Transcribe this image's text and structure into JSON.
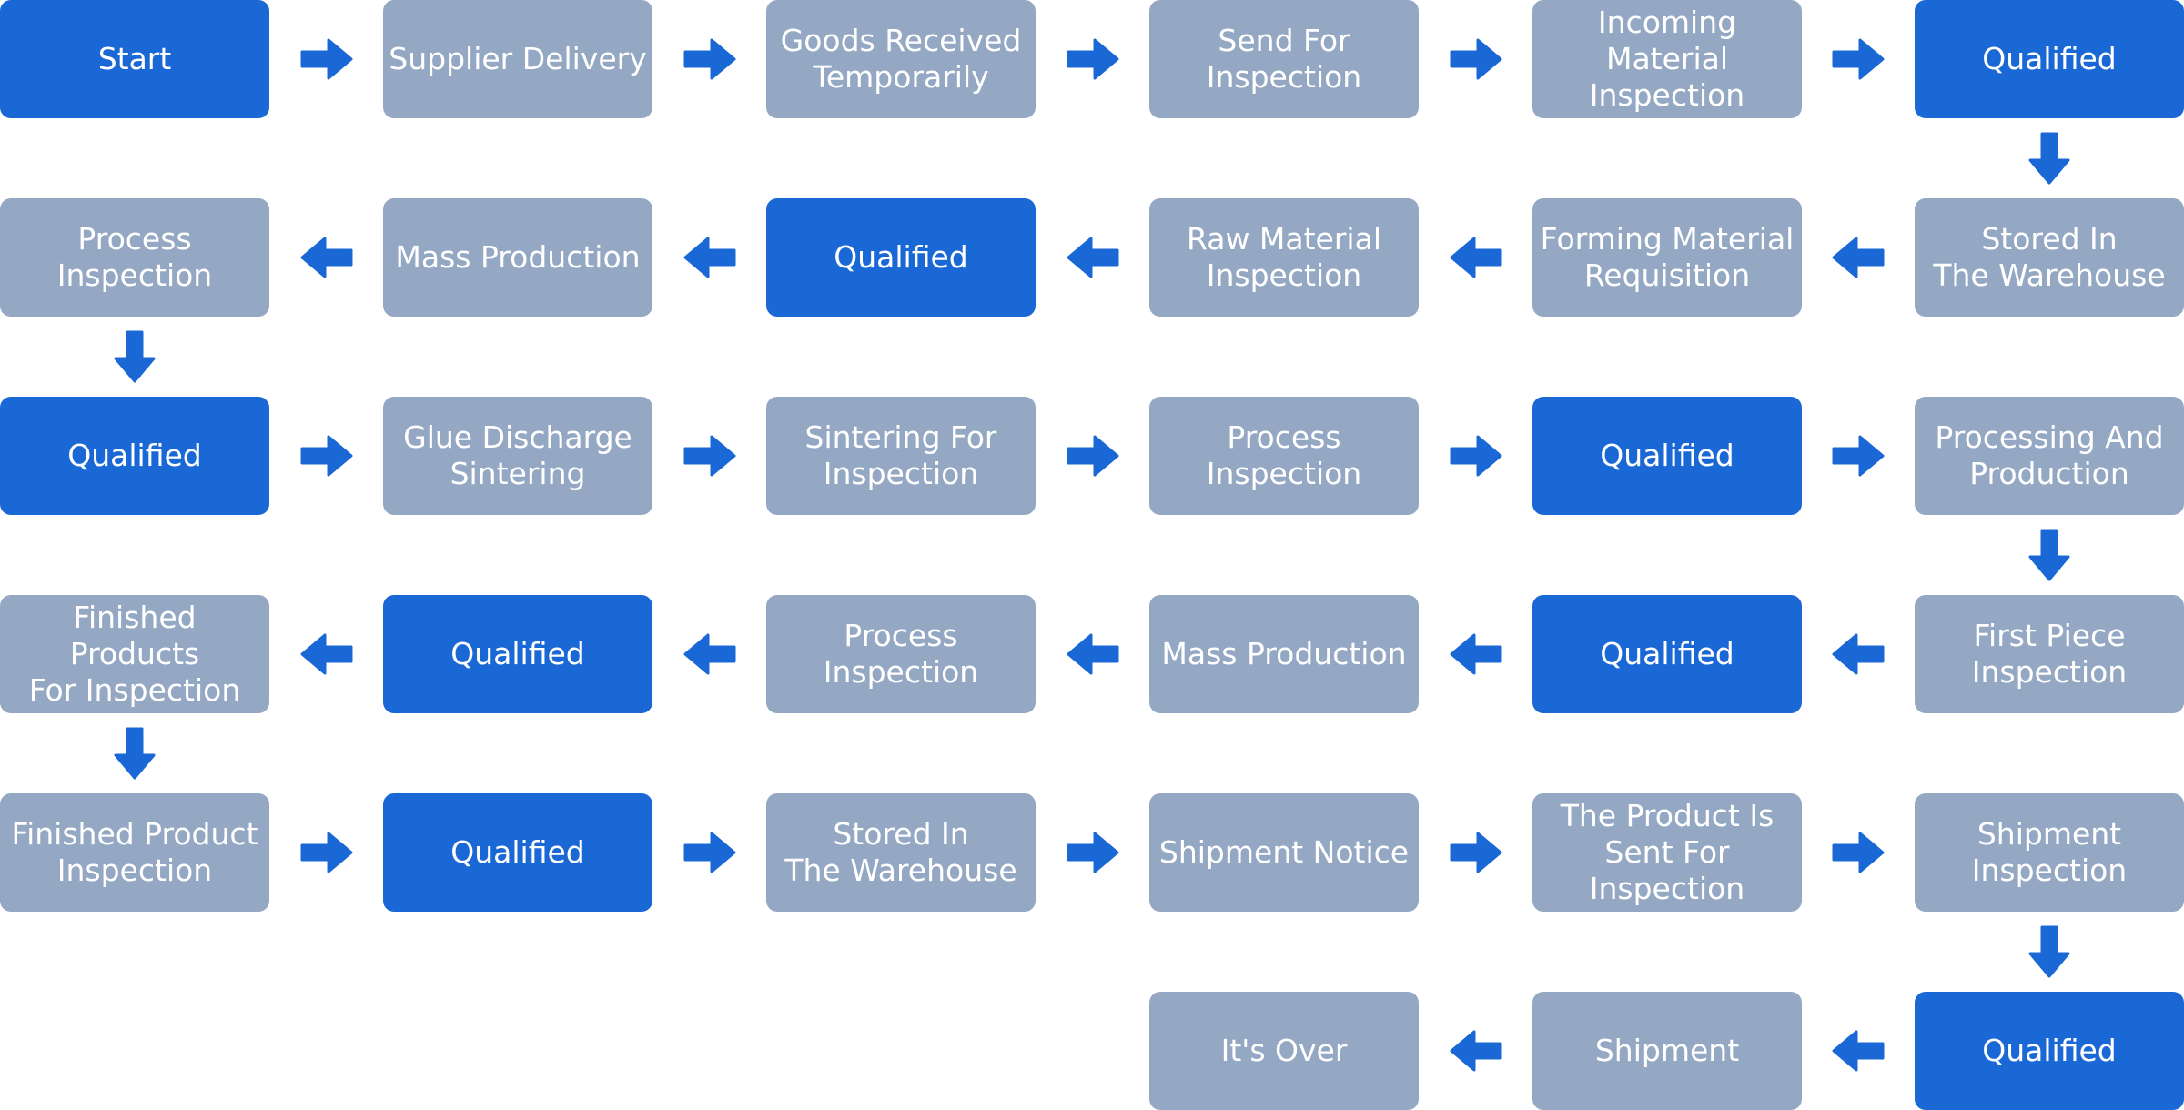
{
  "colors": {
    "qualified_fill": "#1a67d6",
    "step_fill": "#94a8c4",
    "arrow": "#1a67d6",
    "text": "#ffffff"
  },
  "steps": [
    {
      "label": "Start",
      "style": "blue"
    },
    {
      "label": "Supplier Delivery",
      "style": "gray"
    },
    {
      "label": "Goods Received\nTemporarily",
      "style": "gray"
    },
    {
      "label": "Send For\nInspection",
      "style": "gray"
    },
    {
      "label": "Incoming Material\nInspection",
      "style": "gray"
    },
    {
      "label": "Qualified",
      "style": "blue"
    },
    {
      "label": "Stored In\nThe Warehouse",
      "style": "gray"
    },
    {
      "label": "Forming Material\nRequisition",
      "style": "gray"
    },
    {
      "label": "Raw Material\nInspection",
      "style": "gray"
    },
    {
      "label": "Qualified",
      "style": "blue"
    },
    {
      "label": "Mass Production",
      "style": "gray"
    },
    {
      "label": "Process Inspection",
      "style": "gray"
    },
    {
      "label": "Qualified",
      "style": "blue"
    },
    {
      "label": "Glue Discharge\nSintering",
      "style": "gray"
    },
    {
      "label": "Sintering For\nInspection",
      "style": "gray"
    },
    {
      "label": "Process\nInspection",
      "style": "gray"
    },
    {
      "label": "Qualified",
      "style": "blue"
    },
    {
      "label": "Processing And\nProduction",
      "style": "gray"
    },
    {
      "label": "First Piece\nInspection",
      "style": "gray"
    },
    {
      "label": "Qualified",
      "style": "blue"
    },
    {
      "label": "Mass Production",
      "style": "gray"
    },
    {
      "label": "Process\nInspection",
      "style": "gray"
    },
    {
      "label": "Qualified",
      "style": "blue"
    },
    {
      "label": "Finished Products\nFor Inspection",
      "style": "gray"
    },
    {
      "label": "Finished Product\nInspection",
      "style": "gray"
    },
    {
      "label": "Qualified",
      "style": "blue"
    },
    {
      "label": "Stored In\nThe Warehouse",
      "style": "gray"
    },
    {
      "label": "Shipment Notice",
      "style": "gray"
    },
    {
      "label": "The Product Is\nSent For Inspection",
      "style": "gray"
    },
    {
      "label": "Shipment\nInspection",
      "style": "gray"
    },
    {
      "label": "Qualified",
      "style": "blue"
    },
    {
      "label": "Shipment",
      "style": "gray"
    },
    {
      "label": "It's Over",
      "style": "gray"
    }
  ]
}
